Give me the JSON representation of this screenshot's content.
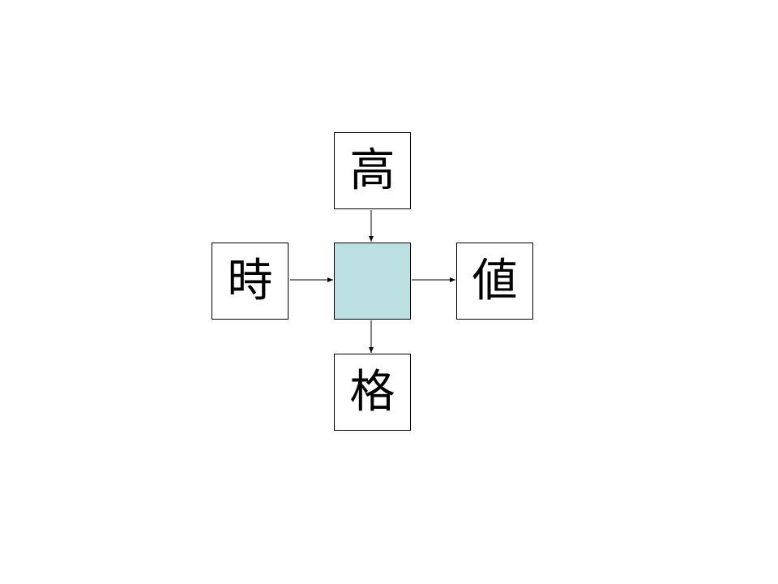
{
  "diagram": {
    "nodes": {
      "top": {
        "label": "高"
      },
      "left": {
        "label": "時"
      },
      "center": {
        "label": ""
      },
      "right": {
        "label": "値"
      },
      "bottom": {
        "label": "格"
      }
    },
    "edges": [
      {
        "from": "top",
        "to": "center"
      },
      {
        "from": "left",
        "to": "center"
      },
      {
        "from": "center",
        "to": "right"
      },
      {
        "from": "center",
        "to": "bottom"
      }
    ]
  },
  "colors": {
    "center_fill": "#bde0e3",
    "stroke": "#000000"
  }
}
